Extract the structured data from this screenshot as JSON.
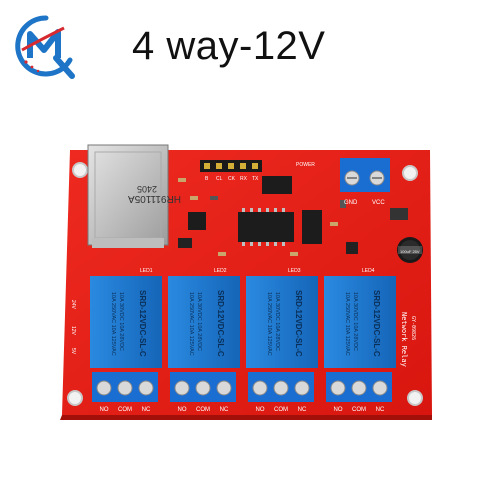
{
  "header": {
    "title": "4 way-12V"
  },
  "colors": {
    "pcb": "#e8201a",
    "relay": "#1f7fd6",
    "terminal": "#1a6ed2",
    "logo_blue": "#1e74c6",
    "logo_red": "#d62a30"
  },
  "board": {
    "ethernet_label": "HR911105A",
    "ethernet_code": "2405",
    "relay_rating_1": "10A 250VAC  10A 125VAC",
    "relay_rating_2": "10A 30VDC  10A 28VDC",
    "relay_model": "SRD-12VDC-SL-C",
    "side_label": "Network Relay",
    "board_code": "GY-09826",
    "capacitor_label": "100uF 25V",
    "power_label": "POWER",
    "vcc_label": "VCC",
    "gnd_label": "GND",
    "volt_24": "24V",
    "volt_12": "12V",
    "volt_5": "5V",
    "terminal_labels": [
      "NO",
      "COM",
      "NC"
    ],
    "led_labels": [
      "LED1",
      "LED2",
      "LED3",
      "LED4"
    ],
    "pin_labels": [
      "TX",
      "RX",
      "CK",
      "CL",
      "B"
    ]
  }
}
